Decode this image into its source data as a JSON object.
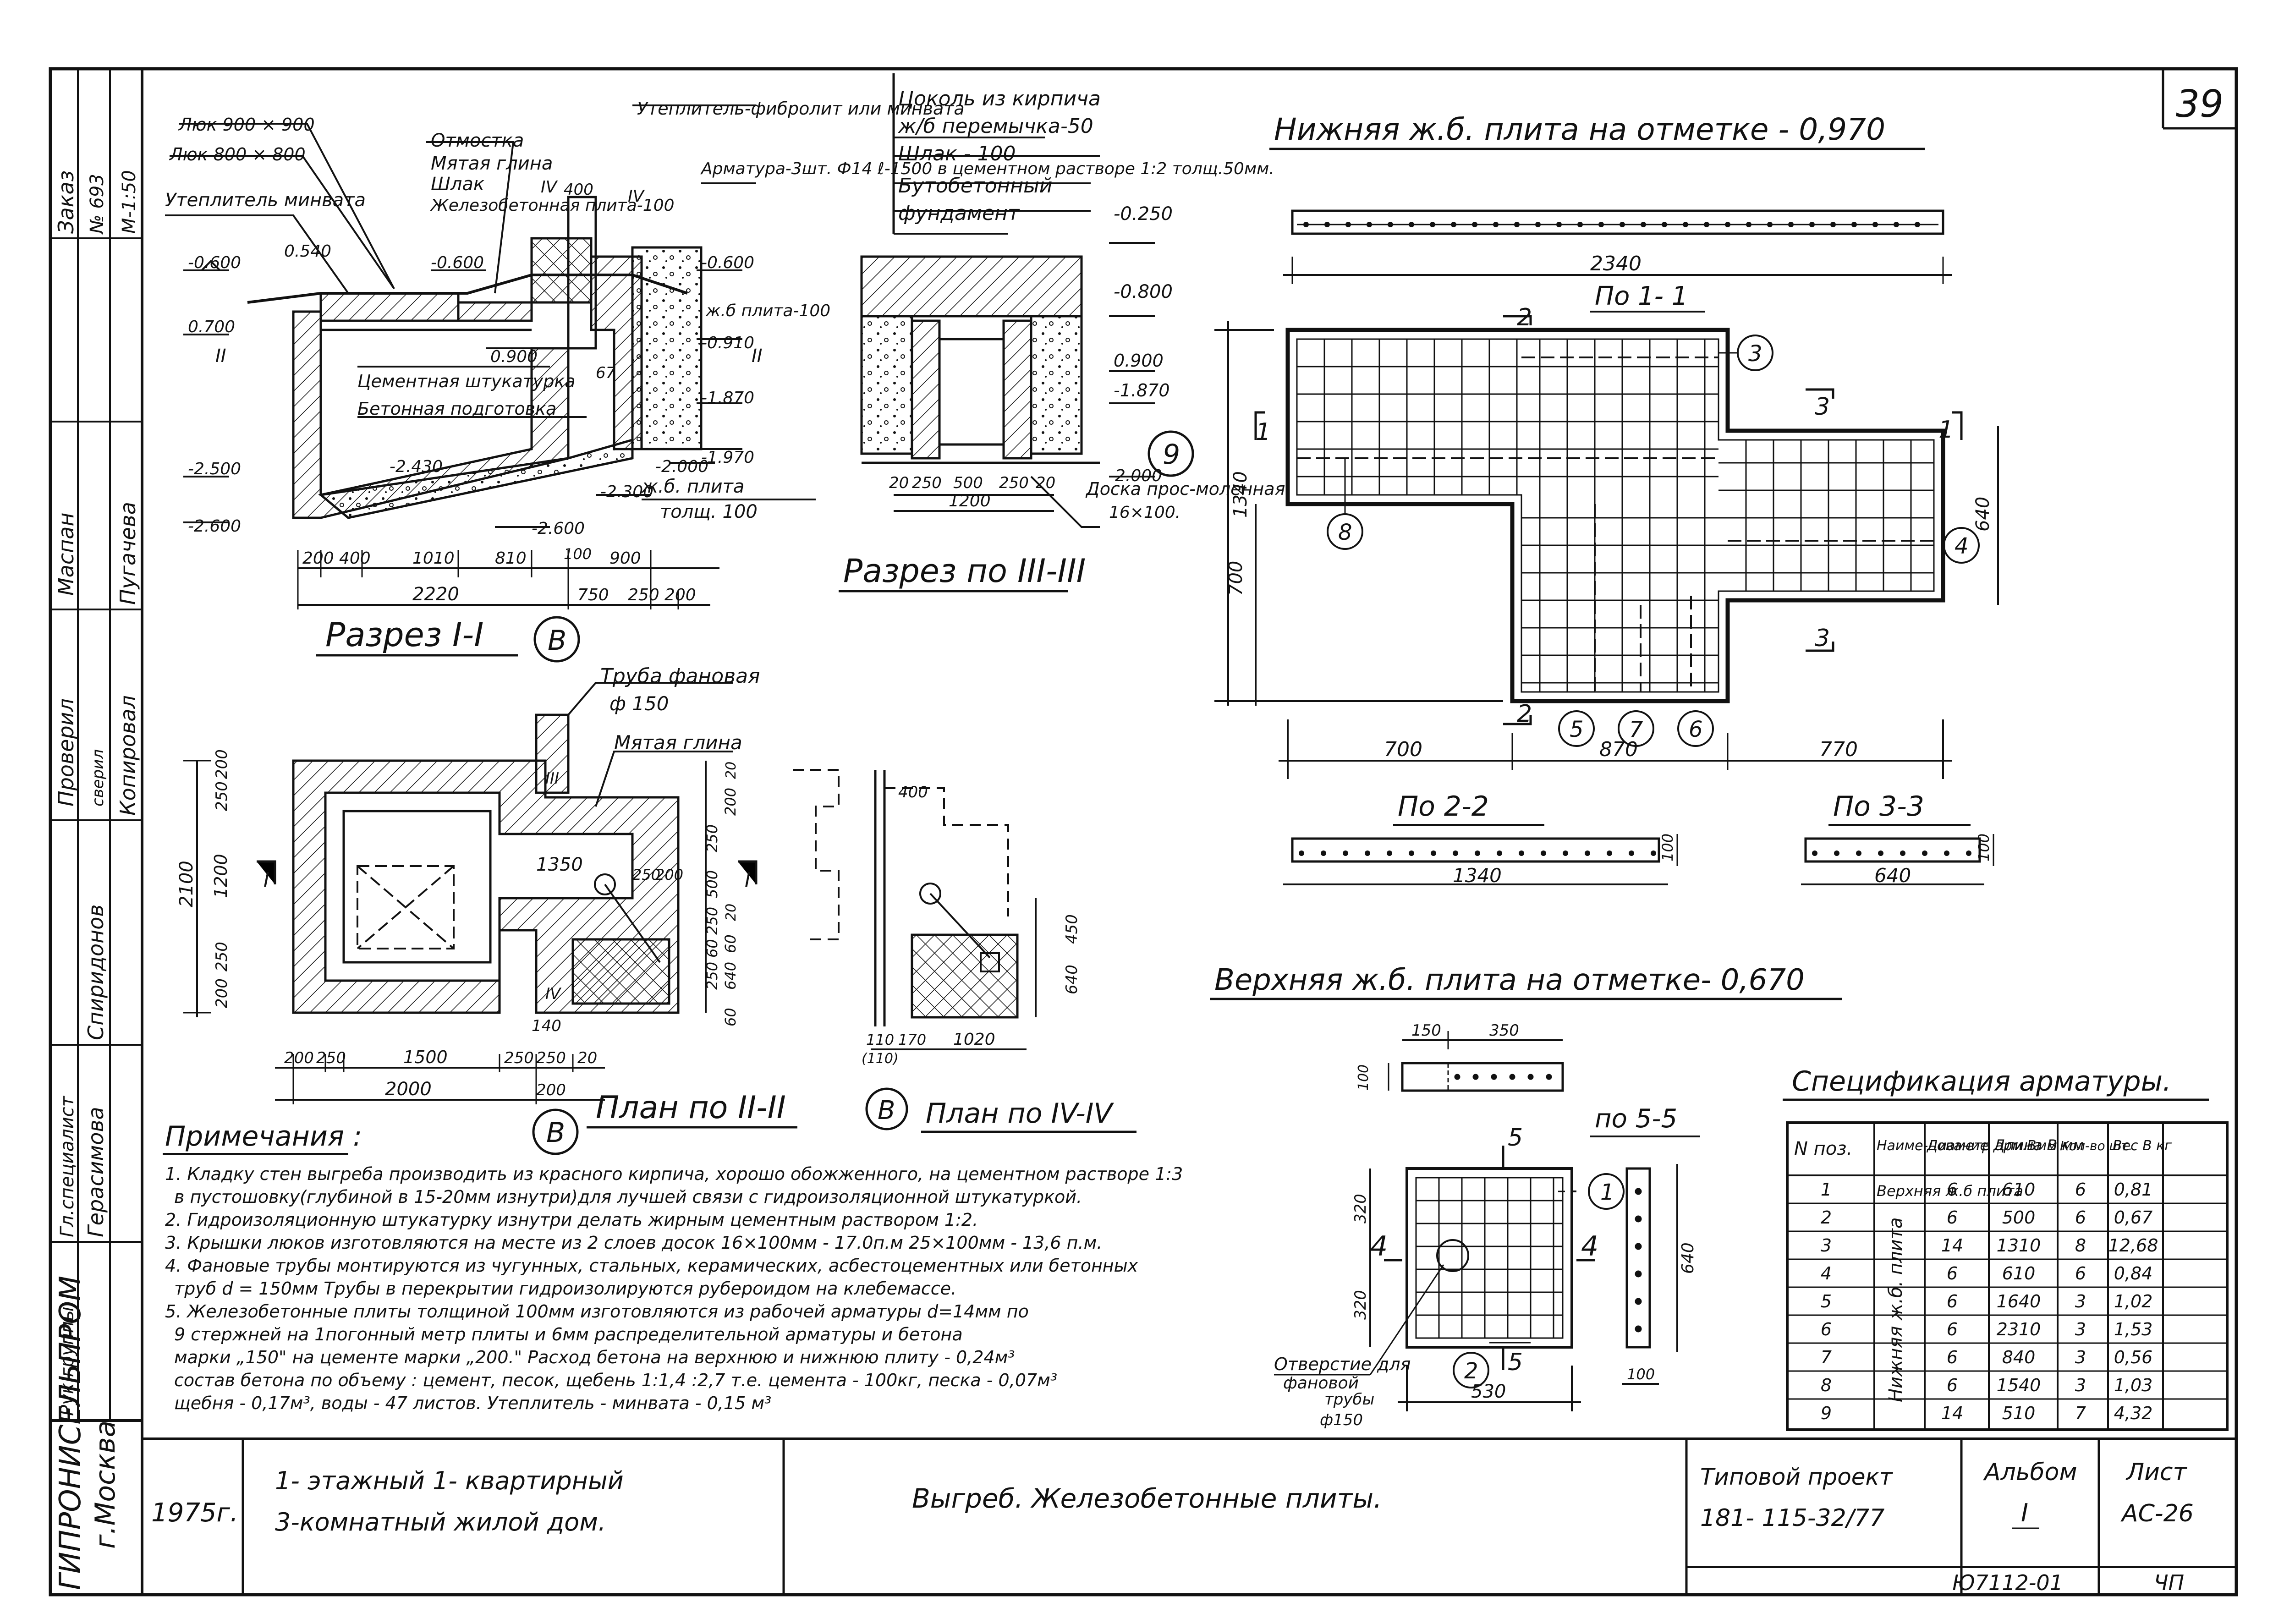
{
  "sheet": {
    "number": "39",
    "stamp_bottom": "Ю7112-01",
    "stamp_bottom2": "ЧП"
  },
  "side": {
    "order": "Заказ",
    "order_no": "№ 693",
    "scale": "М-1:50",
    "masnan": "Маспан",
    "pugacheva": "Пугачева",
    "checked": "Проверил",
    "checked_name": "сверил",
    "copied": "Копировал",
    "gl_spec": "Гл.специалист",
    "gerasimova": "Герасимова",
    "ruk_group": "Рук.группы",
    "spiridonov": "Спиридонов",
    "org": "ГИПРОНИСЕЛЬПРОМ",
    "city": "г.Москва"
  },
  "section1": {
    "title": "Разрез I-I",
    "circle": "В",
    "labels": [
      "Люк 900 × 900",
      "Люк 800 × 800",
      "Утеплитель минвата",
      "Отмостка",
      "Мятая глина",
      "Шлак",
      "Железобетонная плита-100",
      "Утеплитель-фибролит или минвата",
      "Арматура-3шт. Ф14 ℓ-1500 в цементном растворе 1:2 толщ.50мм.",
      "ж.б плита-100",
      "Цементная штукатурка",
      "Бетонная подготовка",
      "ж.б. плита",
      "толщ. 100"
    ],
    "elevations": [
      "-0.600",
      "0.540",
      "-0.600",
      "-0.600",
      "0.700",
      "0.900",
      "-0.910",
      "-1.870",
      "-2.500",
      "-2.600",
      "-2.430",
      "-2.000",
      "-1.970",
      "-2.300",
      "-2.600"
    ],
    "dims": [
      "200",
      "400",
      "1010",
      "810",
      "100",
      "900",
      "2220",
      "750",
      "250",
      "200",
      "400",
      "67"
    ],
    "markers": [
      "II",
      "II",
      "IV",
      "IV"
    ]
  },
  "section3": {
    "title": "Разрез по III-III",
    "labels": [
      "Цоколь из кирпича",
      "ж/б перемычка-50",
      "Шлак - 100",
      "Бутобетонный",
      "фундамент",
      "Доска прос-моленная",
      "16×100."
    ],
    "elevations": [
      "-0.250",
      "-0.800",
      "0.900",
      "-1.870",
      "-2.000"
    ],
    "dims": [
      "20",
      "250",
      "500",
      "250",
      "20",
      "1200"
    ],
    "circle": "9"
  },
  "plan2": {
    "title": "План по II-II",
    "circle": "В",
    "labels": [
      "Труба фановая",
      "ф 150",
      "Мятая глина"
    ],
    "dims_left": [
      "200",
      "250",
      "1200",
      "250",
      "200",
      "2100"
    ],
    "dims_bottom": [
      "200",
      "250",
      "1500",
      "250",
      "250",
      "20",
      "2000",
      "200"
    ],
    "dims_inner": [
      "1350",
      "250",
      "200",
      "140"
    ],
    "dims_right": [
      "200",
      "250",
      "500",
      "250",
      "60",
      "250",
      "60",
      "640",
      "60",
      "20",
      "20"
    ],
    "markers": [
      "I",
      "I",
      "III",
      "IV"
    ]
  },
  "plan4": {
    "title": "План по IV-IV",
    "circle": "В",
    "dims": [
      "400",
      "450",
      "640",
      "110",
      "170",
      "1020",
      "(110)"
    ]
  },
  "bottom_slab": {
    "title": "Нижняя ж.б. плита на отметке - 0,970",
    "dim_top": "2340",
    "po11": "По 1- 1",
    "markers": [
      "1",
      "1",
      "2",
      "2",
      "3",
      "3"
    ],
    "dims": [
      "1340",
      "700",
      "640",
      "700",
      "870",
      "770"
    ],
    "positions": [
      "3",
      "8",
      "4",
      "5",
      "7",
      "6"
    ],
    "po22": "По 2-2",
    "po22_dim": "1340",
    "po22_h": "100",
    "po33": "По 3-3",
    "po33_dim": "640",
    "po33_h": "100"
  },
  "top_slab": {
    "title": "Верхняя ж.б. плита на отметке- 0,670",
    "dims_top": [
      "150",
      "350"
    ],
    "dim_side": "100",
    "dims_left": [
      "320",
      "320"
    ],
    "dim_bottom": "530",
    "po55": "по 5-5",
    "po55_dim": "640",
    "po55_w": "100",
    "markers": [
      "5",
      "5",
      "4",
      "4"
    ],
    "positions": [
      "1",
      "2"
    ],
    "hole": [
      "Отверстие для",
      "фановой",
      "трубы",
      "ф150"
    ]
  },
  "spec": {
    "title": "Спецификация арматуры.",
    "headers": [
      "N поз.",
      "Наиме-нование",
      "Диаметр арм.Вмм",
      "Длина В мм",
      "Кол-во шт.",
      "Вес В кг"
    ],
    "group1": "Верхняя ж.б плита",
    "group2": "Нижняя ж.б. плита",
    "rows": [
      [
        "1",
        "6",
        "610",
        "6",
        "0,81"
      ],
      [
        "2",
        "6",
        "500",
        "6",
        "0,67"
      ],
      [
        "3",
        "14",
        "1310",
        "8",
        "12,68"
      ],
      [
        "4",
        "6",
        "610",
        "6",
        "0,84"
      ],
      [
        "5",
        "6",
        "1640",
        "3",
        "1,02"
      ],
      [
        "6",
        "6",
        "2310",
        "3",
        "1,53"
      ],
      [
        "7",
        "6",
        "840",
        "3",
        "0,56"
      ],
      [
        "8",
        "6",
        "1540",
        "3",
        "1,03"
      ],
      [
        "9",
        "14",
        "510",
        "7",
        "4,32"
      ]
    ]
  },
  "notes": {
    "title": "Примечания :",
    "lines": [
      "1. Кладку стен выгреба производить из красного кирпича, хорошо обожженного, на цементном растворе 1:3",
      "в пустошовку(глубиной в 15-20мм изнутри)для лучшей связи с гидроизоляционной штукатуркой.",
      "2. Гидроизоляционную штукатурку изнутри делать жирным цементным раствором 1:2.",
      "3. Крышки люков изготовляются на месте из 2 слоев досок 16×100мм - 17.0п.м  25×100мм - 13,6 п.м.",
      "4. Фановые трубы монтируются из чугунных, стальных, керамических, асбестоцементных или бетонных",
      "труб d = 150мм Трубы в перекрытии гидроизолируются рубероидом на клебемассе.",
      "5. Железобетонные плиты толщиной 100мм изготовляются из рабочей арматуры d=14мм по",
      "9 стержней на 1погонный метр плиты и 6мм распределительной арматуры и бетона",
      "марки „150\" на цементе марки „200.\" Расход бетона на верхнюю и нижнюю плиту - 0,24м³",
      "состав бетона по объему : цемент, песок, щебень 1:1,4 :2,7 т.е. цемента - 100кг, песка - 0,07м³",
      "щебня - 0,17м³, воды - 47 листов. Утеплитель - минвата  -  0,15 м³"
    ]
  },
  "titleblock": {
    "year": "1975г.",
    "desc1": "1- этажный  1- квартирный",
    "desc2": "3-комнатный  жилой  дом.",
    "drawing": "Выгреб. Железобетонные  плиты.",
    "project_label": "Типовой  проект",
    "project_no": "181- 115-32/77",
    "album_label": "Альбом",
    "album_no": "I",
    "sheet_label": "Лист",
    "sheet_no": "АС-26"
  }
}
